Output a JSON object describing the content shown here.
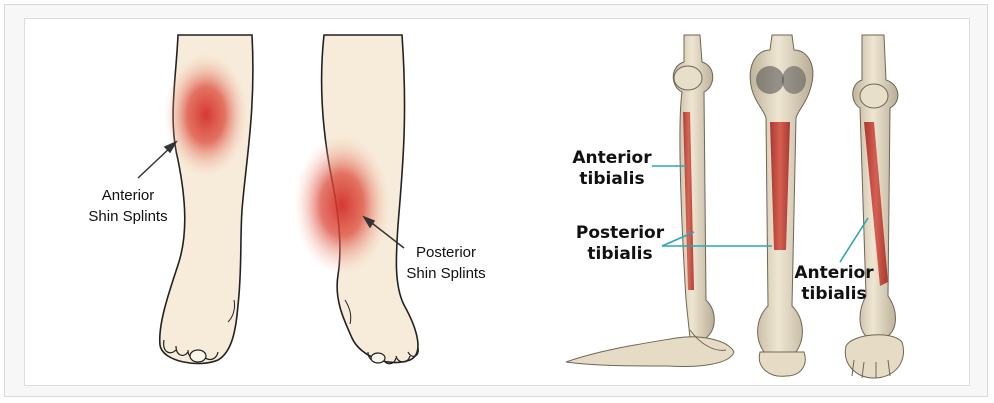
{
  "left_panel": {
    "anterior_line1": "Anterior",
    "anterior_line2": "Shin Splints",
    "posterior_line1": "Posterior",
    "posterior_line2": "Shin Splints"
  },
  "right_panel": {
    "anterior_top_line1": "Anterior",
    "anterior_top_line2": "tibialis",
    "posterior_line1": "Posterior",
    "posterior_line2": "tibialis",
    "anterior_right_line1": "Anterior",
    "anterior_right_line2": "tibialis"
  },
  "colors": {
    "skin": "#f7ecd9",
    "inflammation": "#d63a2c",
    "bone": "#e6dcc6",
    "muscle": "#c8463a",
    "pointer_line": "#2aa7b5"
  }
}
